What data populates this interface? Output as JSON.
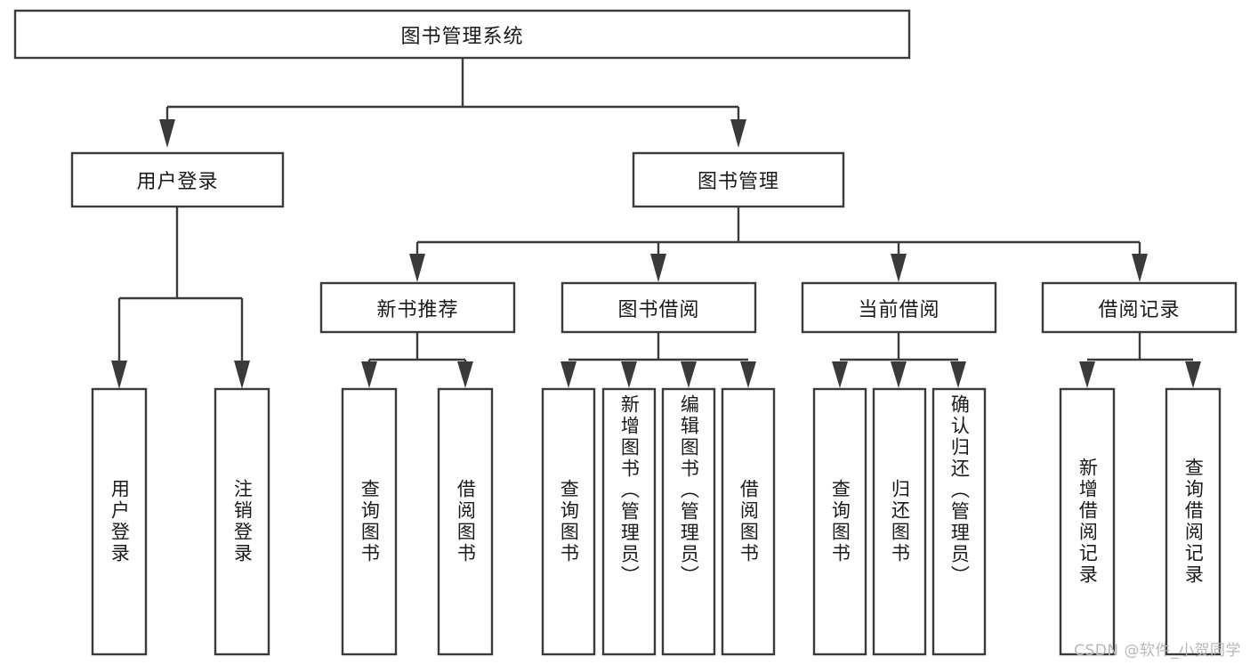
{
  "diagram": {
    "title": "图书管理系统",
    "type": "tree-hierarchy-chart",
    "orientation": "top-down",
    "colors": {
      "box_stroke": "#3a3a3a",
      "box_fill": "#ffffff",
      "connector": "#3a3a3a",
      "text": "#1a1a1a",
      "background": "#ffffff",
      "watermark": "#b8b8b8"
    },
    "root": {
      "id": "root",
      "label": "图书管理系统"
    },
    "level2": [
      {
        "id": "user-login",
        "label": "用户登录"
      },
      {
        "id": "book-management",
        "label": "图书管理"
      }
    ],
    "level3": [
      {
        "id": "new-book-recommend",
        "label": "新书推荐",
        "parent": "book-management"
      },
      {
        "id": "book-borrow",
        "label": "图书借阅",
        "parent": "book-management"
      },
      {
        "id": "current-borrow",
        "label": "当前借阅",
        "parent": "book-management"
      },
      {
        "id": "borrow-record",
        "label": "借阅记录",
        "parent": "book-management"
      }
    ],
    "leaves": [
      {
        "id": "leaf-user-login",
        "label": "用户登录",
        "parent": "user-login"
      },
      {
        "id": "leaf-logout-login",
        "label": "注销登录",
        "parent": "user-login"
      },
      {
        "id": "leaf-query-book-1",
        "label": "查询图书",
        "parent": "new-book-recommend"
      },
      {
        "id": "leaf-borrow-book-1",
        "label": "借阅图书",
        "parent": "new-book-recommend"
      },
      {
        "id": "leaf-query-book-2",
        "label": "查询图书",
        "parent": "book-borrow"
      },
      {
        "id": "leaf-add-book",
        "label": "新增图书（管理员）",
        "parent": "book-borrow"
      },
      {
        "id": "leaf-edit-book",
        "label": "编辑图书（管理员）",
        "parent": "book-borrow"
      },
      {
        "id": "leaf-borrow-book-2",
        "label": "借阅图书",
        "parent": "book-borrow"
      },
      {
        "id": "leaf-query-book-3",
        "label": "查询图书",
        "parent": "current-borrow"
      },
      {
        "id": "leaf-return-book",
        "label": "归还图书",
        "parent": "current-borrow"
      },
      {
        "id": "leaf-confirm-return",
        "label": "确认归还（管理员）",
        "parent": "current-borrow"
      },
      {
        "id": "leaf-add-record",
        "label": "新增借阅记录",
        "parent": "borrow-record"
      },
      {
        "id": "leaf-query-record",
        "label": "查询借阅记录",
        "parent": "borrow-record"
      }
    ],
    "watermark": "CSDN @软件_小贺同学"
  }
}
